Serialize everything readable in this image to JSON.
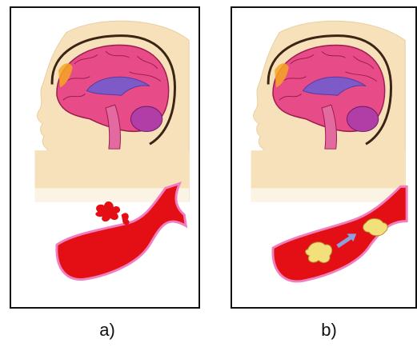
{
  "panels": [
    {
      "id": "a",
      "label": "a)",
      "condition": "vessel-rupture"
    },
    {
      "id": "b",
      "label": "b)",
      "condition": "vessel-blockage-clot"
    }
  ],
  "colors": {
    "skin": "#f6e1bb",
    "brain": "#e74b88",
    "brain_dark": "#9b1d4c",
    "ventricle": "#7d5ac8",
    "blood": "#e30f14",
    "vessel_wall": "#f07fc0",
    "clot": "#f4e07a"
  }
}
